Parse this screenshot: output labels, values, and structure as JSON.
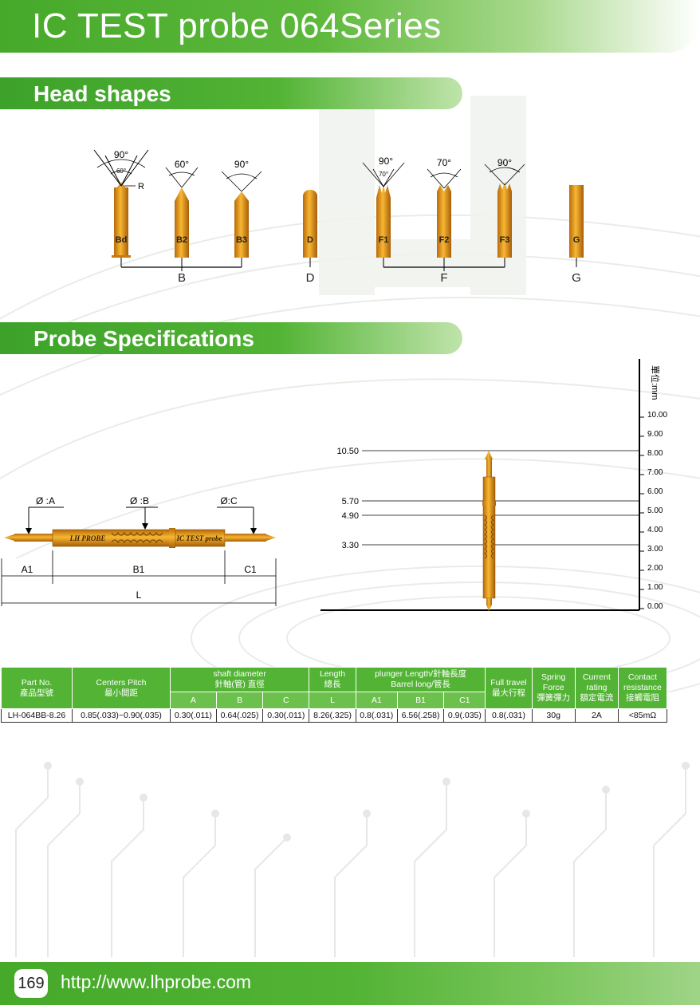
{
  "header": {
    "title": "IC TEST probe 064Series"
  },
  "sections": {
    "head_shapes": "Head shapes",
    "probe_specs": "Probe Specifications"
  },
  "head_shapes": {
    "heads": [
      {
        "code": "Bd",
        "angles": [
          "90°",
          "60°"
        ],
        "r_label": "R"
      },
      {
        "code": "B2",
        "angles": [
          "60°"
        ]
      },
      {
        "code": "B3",
        "angles": [
          "90°"
        ]
      },
      {
        "code": "D",
        "angles": []
      },
      {
        "code": "F1",
        "angles": [
          "90°",
          "70°"
        ]
      },
      {
        "code": "F2",
        "angles": [
          "70°"
        ]
      },
      {
        "code": "F3",
        "angles": [
          "90°"
        ]
      },
      {
        "code": "G",
        "angles": []
      }
    ],
    "groups": [
      "B",
      "D",
      "F",
      "G"
    ]
  },
  "probe_drawing": {
    "dia_labels": [
      "Ø :A",
      "Ø :B",
      "Ø:C"
    ],
    "length_labels": [
      "A1",
      "B1",
      "C1",
      "L"
    ],
    "barrel_texts": [
      "LH PROBE",
      "IC TEST probe"
    ]
  },
  "scale": {
    "unit": "單位:mm",
    "ticks": [
      "10.00",
      "9.00",
      "8.00",
      "7.00",
      "6.00",
      "5.00",
      "4.00",
      "3.00",
      "2.00",
      "1.00",
      "0.00"
    ],
    "marks": [
      "10.50",
      "5.70",
      "4.90",
      "3.30"
    ]
  },
  "table": {
    "headers": {
      "part_no": [
        "Part No.",
        "產品型號"
      ],
      "pitch": [
        "Centers Pitch",
        "最小間距"
      ],
      "shaft": [
        "shaft diameter",
        "針軸(管) 直徑"
      ],
      "length": [
        "Length",
        "總長"
      ],
      "plunger": [
        "plunger Length/針軸長度",
        "Barrel long/管長"
      ],
      "travel": [
        "Full travel",
        "最大行程"
      ],
      "spring": [
        "Spring",
        "Force",
        "彈簧彈力"
      ],
      "current": [
        "Current",
        "rating",
        "額定電流"
      ],
      "contact": [
        "Contact",
        "resistance",
        "接觸電阻"
      ]
    },
    "subheaders": [
      "A",
      "B",
      "C",
      "L",
      "A1",
      "B1",
      "C1"
    ],
    "row": [
      "LH-064BB-8.26",
      "0.85(.033)~0.90(.035)",
      "0.30(.011)",
      "0.64(.025)",
      "0.30(.011)",
      "8.26(.325)",
      "0.8(.031)",
      "6.56(.258)",
      "0.9(.035)",
      "0.8(.031)",
      "30g",
      "2A",
      "<85mΩ"
    ]
  },
  "footer": {
    "page": "169",
    "url": "http://www.lhprobe.com"
  }
}
